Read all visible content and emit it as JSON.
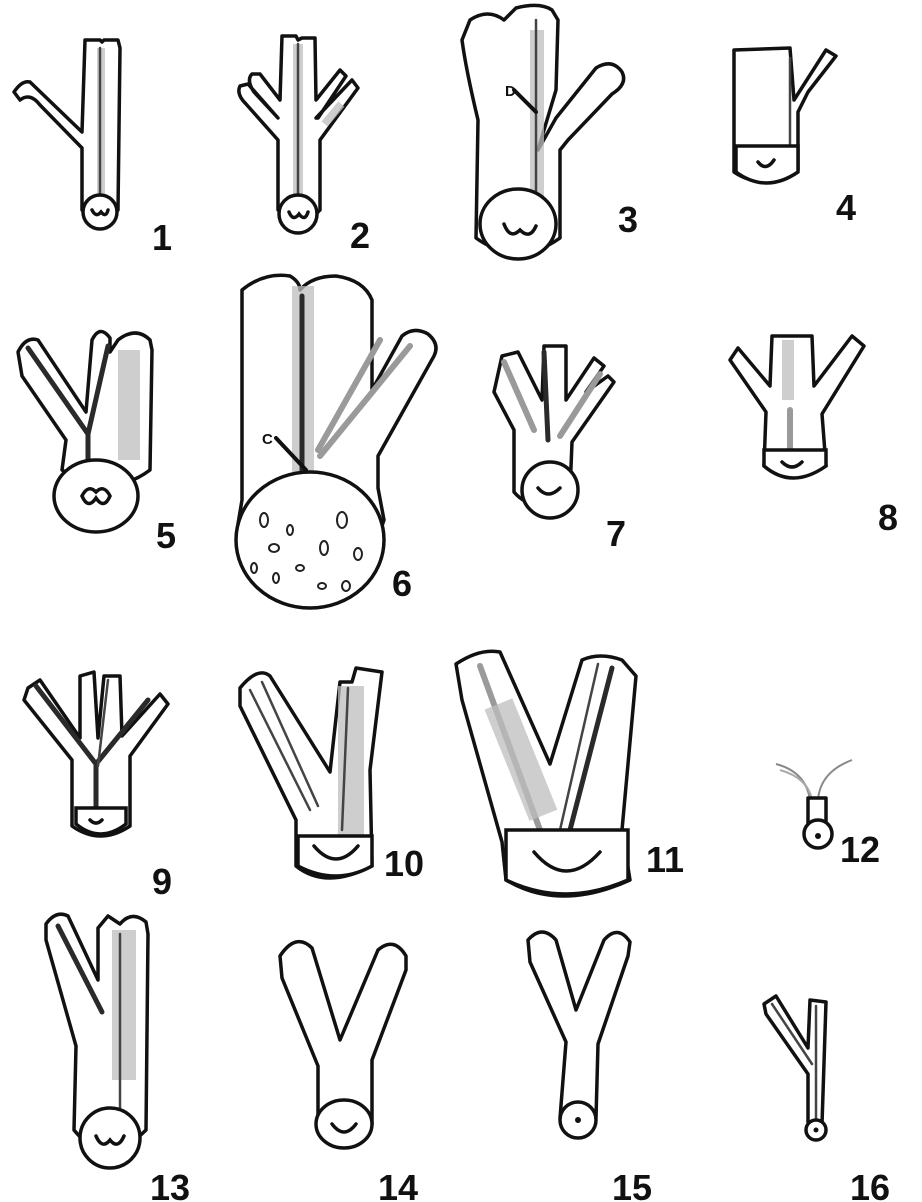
{
  "figure": {
    "specimens": [
      {
        "label": "1"
      },
      {
        "label": "2"
      },
      {
        "label": "3"
      },
      {
        "label": "4"
      },
      {
        "label": "5"
      },
      {
        "label": "6"
      },
      {
        "label": "7"
      },
      {
        "label": "8"
      },
      {
        "label": "9"
      },
      {
        "label": "10"
      },
      {
        "label": "11"
      },
      {
        "label": "12"
      },
      {
        "label": "13"
      },
      {
        "label": "14"
      },
      {
        "label": "15"
      },
      {
        "label": "16"
      }
    ],
    "annotations": {
      "d_marker": "D",
      "c_marker": "C"
    }
  }
}
